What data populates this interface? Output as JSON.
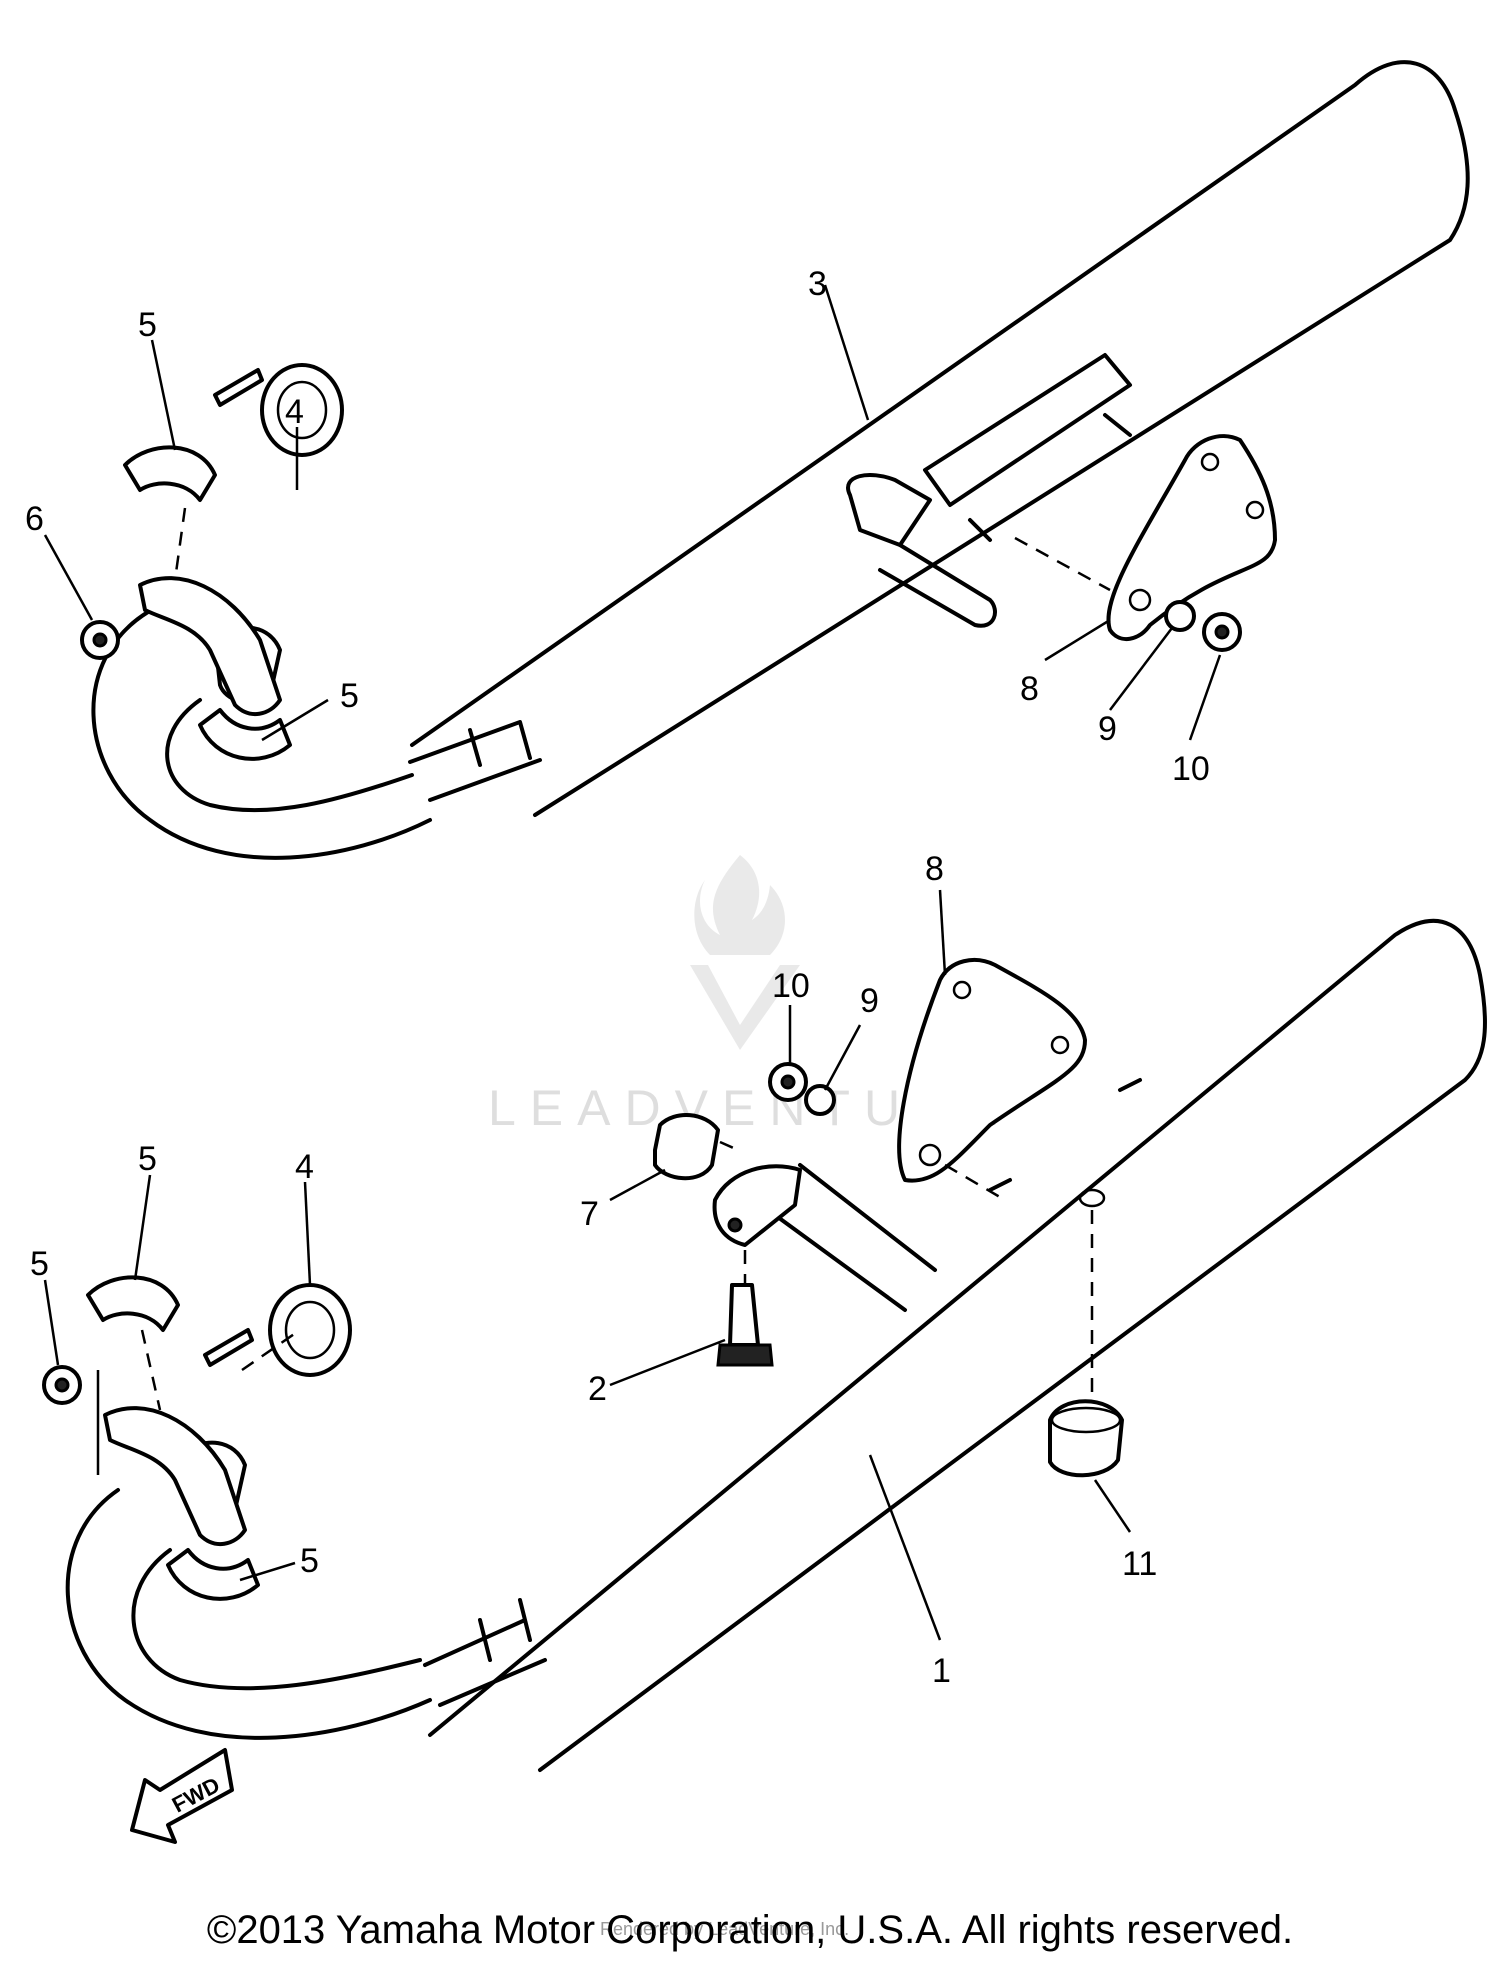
{
  "watermark": {
    "brand": "LEADVENTURE"
  },
  "direction_tag": "FWD",
  "callouts": [
    {
      "id": "c1",
      "text": "1"
    },
    {
      "id": "c2",
      "text": "2"
    },
    {
      "id": "c3",
      "text": "3"
    },
    {
      "id": "c4a",
      "text": "4"
    },
    {
      "id": "c4b",
      "text": "4"
    },
    {
      "id": "c5a",
      "text": "5"
    },
    {
      "id": "c5b",
      "text": "5"
    },
    {
      "id": "c5c",
      "text": "5"
    },
    {
      "id": "c5d",
      "text": "5"
    },
    {
      "id": "c6a",
      "text": "6"
    },
    {
      "id": "c6b",
      "text": "5"
    },
    {
      "id": "c7",
      "text": "7"
    },
    {
      "id": "c8a",
      "text": "8"
    },
    {
      "id": "c8b",
      "text": "8"
    },
    {
      "id": "c9a",
      "text": "9"
    },
    {
      "id": "c9b",
      "text": "9"
    },
    {
      "id": "c10a",
      "text": "10"
    },
    {
      "id": "c10b",
      "text": "10"
    },
    {
      "id": "c11",
      "text": "11"
    }
  ],
  "copyright": "©2013 Yamaha Motor Corporation, U.S.A. All rights reserved.",
  "overlay_text": "Rendered by LeadVenture, Inc."
}
